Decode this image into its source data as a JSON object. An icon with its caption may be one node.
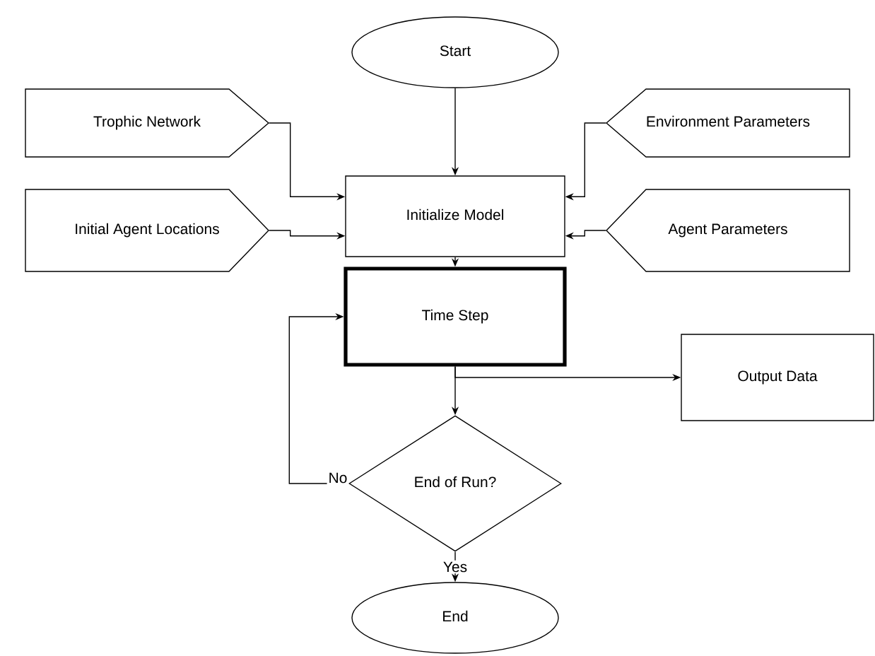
{
  "diagram": {
    "nodes": [
      {
        "text": [
          "Start"
        ]
      },
      {
        "text": [
          "Trophic Network"
        ]
      },
      {
        "text": [
          "Environment Parameters"
        ]
      },
      {
        "text": [
          "Initial Agent Locations"
        ]
      },
      {
        "text": [
          "Agent Parameters"
        ]
      },
      {
        "text": [
          "Initialize Model"
        ]
      },
      {
        "text": [
          "Time Step"
        ]
      },
      {
        "text": [
          "Output Data"
        ]
      },
      {
        "text": [
          "End of Run?"
        ]
      },
      {
        "text": [
          "End"
        ]
      }
    ],
    "edges": [
      {
        "from": 0,
        "to": 5,
        "arrow": "to"
      },
      {
        "from": 1,
        "to": 5,
        "arrow": "to"
      },
      {
        "from": 2,
        "to": 5,
        "arrow": "to"
      },
      {
        "from": 3,
        "to": 5,
        "arrow": "to"
      },
      {
        "from": 4,
        "to": 5,
        "arrow": "to"
      },
      {
        "from": 5,
        "to": 6,
        "arrow": "to"
      },
      {
        "from": 6,
        "to": 8,
        "arrow": "to"
      },
      {
        "from": 6,
        "to": 7,
        "arrow": "to"
      },
      {
        "from": 8,
        "to": 6,
        "arrow": "to",
        "label": "No"
      },
      {
        "from": 8,
        "to": 9,
        "arrow": "to",
        "label": "Yes"
      }
    ]
  }
}
